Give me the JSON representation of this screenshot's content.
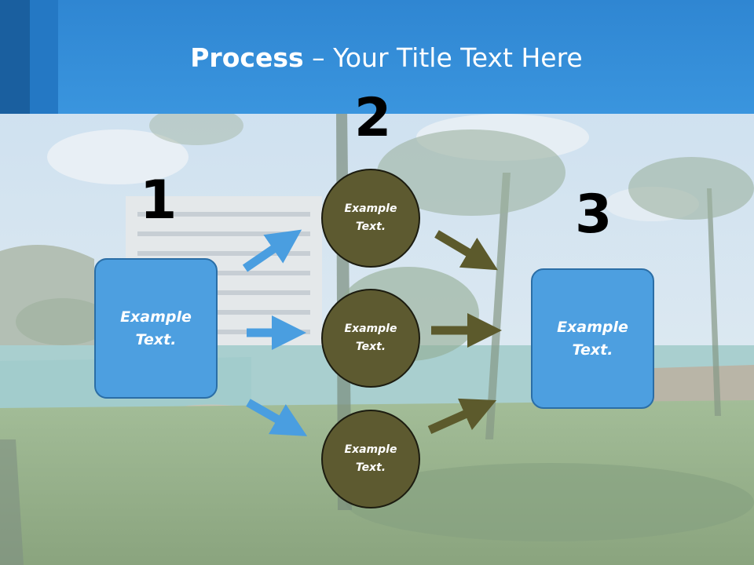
{
  "title": {
    "bold": "Process",
    "rest": " – Your Title Text Here"
  },
  "steps": {
    "one": "1",
    "two": "2",
    "three": "3"
  },
  "left_box": {
    "line1": "Example",
    "line2": "Text."
  },
  "right_box": {
    "line1": "Example",
    "line2": "Text."
  },
  "circles": [
    {
      "line1": "Example",
      "line2": "Text."
    },
    {
      "line1": "Example",
      "line2": "Text."
    },
    {
      "line1": "Example",
      "line2": "Text."
    }
  ],
  "colors": {
    "header": "#3a95de",
    "box": "#4d9fe0",
    "circle": "#5d5a30",
    "arrow_blue": "#4a9ee0",
    "arrow_olive": "#5c5a2c"
  }
}
